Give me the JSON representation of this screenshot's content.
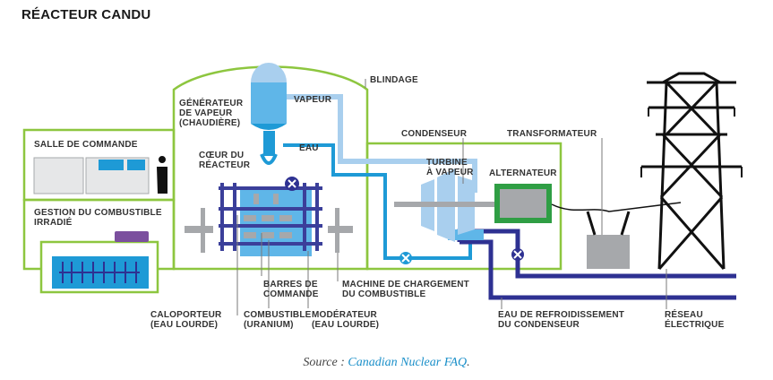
{
  "title": "RÉACTEUR CANDU",
  "labels": {
    "salle_commande": "SALLE DE COMMANDE",
    "gestion_1": "GESTION DU COMBUSTIBLE",
    "gestion_2": "IRRADIÉ",
    "generateur_1": "GÉNÉRATEUR",
    "generateur_2": "DE VAPEUR",
    "generateur_3": "(CHAUDIÈRE)",
    "vapeur": "VAPEUR",
    "blindage": "BLINDAGE",
    "coeur_1": "CŒUR DU",
    "coeur_2": "RÉACTEUR",
    "eau": "EAU",
    "condenseur": "CONDENSEUR",
    "transformateur": "TRANSFORMATEUR",
    "turbine_1": "TURBINE",
    "turbine_2": "À VAPEUR",
    "alternateur": "ALTERNATEUR",
    "barres_1": "BARRES DE",
    "barres_2": "COMMANDE",
    "machine_1": "MACHINE DE CHARGEMENT",
    "machine_2": "DU COMBUSTIBLE",
    "caloporteur_1": "CALOPORTEUR",
    "caloporteur_2": "(EAU LOURDE)",
    "combustible_1": "COMBUSTIBLE",
    "combustible_2": "(URANIUM)",
    "moderateur_1": "MODÉRATEUR",
    "moderateur_2": "(EAU LOURDE)",
    "refroid_1": "EAU DE REFROIDISSEMENT",
    "refroid_2": "DU CONDENSEUR",
    "reseau_1": "RÉSEAU",
    "reseau_2": "ÉLECTRIQUE"
  },
  "source": {
    "prefix": "Source : ",
    "link_text": "Canadian Nuclear FAQ",
    "suffix": "."
  },
  "colors": {
    "building_outline": "#8dc63f",
    "steam": "#a9cfee",
    "water": "#1e9ad6",
    "cooling": "#2e3192",
    "reactor_frame": "#3b3f9a",
    "generator": "#5fb6e8",
    "alternator_border": "#2f9e44",
    "grey_equipment": "#a6a8ab",
    "pylon": "#111111"
  },
  "icons": [
    "person-icon",
    "valve-icon",
    "forklift-icon",
    "pylon-icon",
    "insulator-icon"
  ]
}
